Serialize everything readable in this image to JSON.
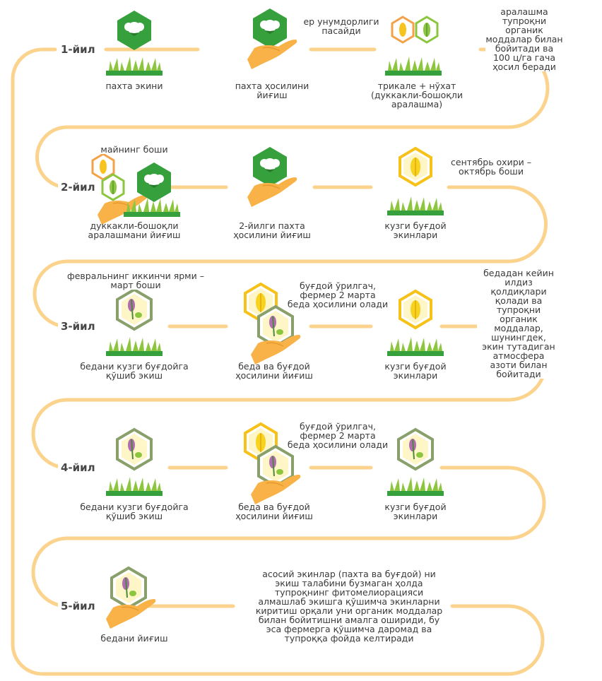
{
  "colors": {
    "path": "#fbd38d",
    "green_dark": "#36a03c",
    "green_leaf": "#8cc63f",
    "hex_olive": "#8aa06a",
    "hex_yellow_border": "#f6c21a",
    "hex_orange_border": "#f3a24a",
    "hand": "#f8b248",
    "clover_purple": "#b36ab3",
    "wheat_yellow": "#f7d21f",
    "text": "#3a3a3a"
  },
  "years": [
    "1-йил",
    "2-йил",
    "3-йил",
    "4-йил",
    "5-йил"
  ],
  "row1": {
    "cotton_sowing": "пахта экини",
    "cotton_harvest": "пахта ҳосилини\nйиғиш",
    "triticale_mix": "трикале + нўхат\n(дуккакли-бошоқли\nаралашма)",
    "note_fertility": "ер унумдорлиги\nпасайди",
    "note_organic": "аралашма тупроқни органик\nмоддалар билан бойитади ва\n100 ц/га гача ҳосил беради"
  },
  "row2": {
    "mix_harvest": "дуккакли-бошоқли\nаралашмани йиғиш",
    "cotton_harvest2": "2-йилги пахта\nҳосилини йиғиш",
    "winter_wheat": "кузги буғдой\nэкинлари",
    "note_may": "майнинг боши",
    "note_sept": "сентябрь охири –\nоктябрь боши"
  },
  "row3": {
    "alfalfa_sow": "бедани кузги буғдойга\nқўшиб экиш",
    "alfalfa_wheat_harvest": "беда ва буғдой\nҳосилини йиғиш",
    "winter_wheat": "кузги буғдой\nэкинлари",
    "note_feb": "февральнинг иккинчи ярми –\nмарт боши",
    "note_farmer": "буғдой ўрилгач,\nфермер 2 марта\nбеда ҳосилини олади",
    "note_after_alfalfa": "бедадан кейин илдиз\nқолдиқлари қолади ва тупроқни\nорганик моддалар, шунингдек,\nэкин тутадиган атмосфера\nазоти билан бойитади"
  },
  "row4": {
    "alfalfa_sow": "бедани кузги буғдойга\nқўшиб экиш",
    "alfalfa_wheat_harvest": "беда ва буғдой\nҳосилини йиғиш",
    "winter_wheat": "кузги буғдой\nэкинлари",
    "note_farmer": "буғдой ўрилгач,\nфермер 2 марта\nбеда ҳосилини олади"
  },
  "row5": {
    "alfalfa_harvest": "бедани йиғиш",
    "note_summary": "асосий экинлар (пахта ва буғдой) ни\nэкиш талабини бузмаган ҳолда\nтупроқнинг фитомелиорацияси\nалмашлаб экишга қўшимча экинларни\nкиритиш орқали уни органик моддалар\nбилан бойитишни амалга ошириди, бу\nэса фермерга қўшимча даромад ва\nтупроққа фойда келтиради"
  }
}
